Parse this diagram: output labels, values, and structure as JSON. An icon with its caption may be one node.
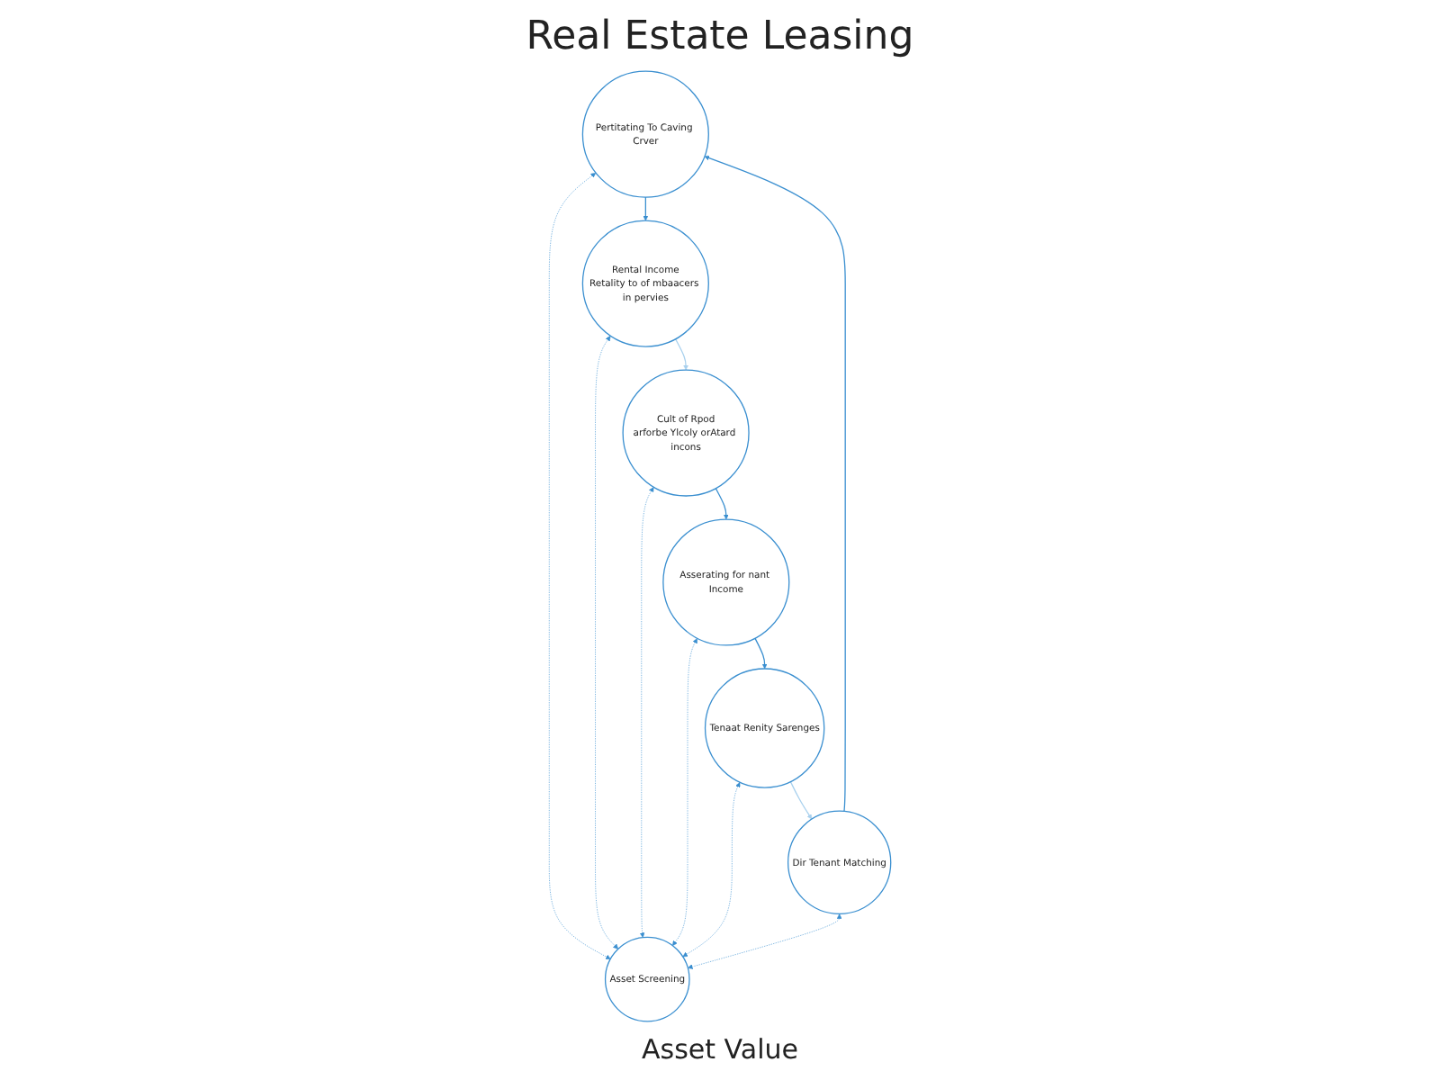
{
  "diagram": {
    "title": "Real Estate Leasing",
    "caption": "Asset Value",
    "nodes": [
      {
        "text": [
          "Pertitating To Caving Crver"
        ]
      },
      {
        "text": [
          "Dir Tenant Matching"
        ]
      },
      {
        "text": [
          "Rental Income",
          "Retality to of mbaacers in pervies"
        ]
      },
      {
        "text": [
          "Asset Screening"
        ]
      },
      {
        "text": [
          "Tenaat Renity Sarenges"
        ]
      },
      {
        "text": [
          "Cult of Rpod",
          "arforbe Ylcoly orAtard incons"
        ]
      },
      {
        "text": [
          "Asserating for nant Income"
        ]
      }
    ],
    "edges": [
      {
        "from": 1,
        "to": 0,
        "arrow": "to"
      },
      {
        "from": 0,
        "to": 2,
        "arrow": "to"
      },
      {
        "from": 2,
        "to": 5,
        "arrow": "to",
        "color": "#a9d1ee"
      },
      {
        "from": 5,
        "to": 6,
        "arrow": "to"
      },
      {
        "from": 6,
        "to": 4,
        "arrow": "to"
      },
      {
        "from": 4,
        "to": 1,
        "arrow": "to",
        "color": "#a9d1ee"
      },
      {
        "from": 0,
        "to": 3,
        "arrow": "both",
        "style": "dashed"
      },
      {
        "from": 2,
        "to": 3,
        "arrow": "both",
        "style": "dashed"
      },
      {
        "from": 5,
        "to": 3,
        "arrow": "both",
        "style": "dashed"
      },
      {
        "from": 6,
        "to": 3,
        "arrow": "both",
        "style": "dashed"
      },
      {
        "from": 4,
        "to": 3,
        "arrow": "both",
        "style": "dashed"
      },
      {
        "from": 1,
        "to": 3,
        "arrow": "both",
        "style": "dashed"
      }
    ]
  }
}
